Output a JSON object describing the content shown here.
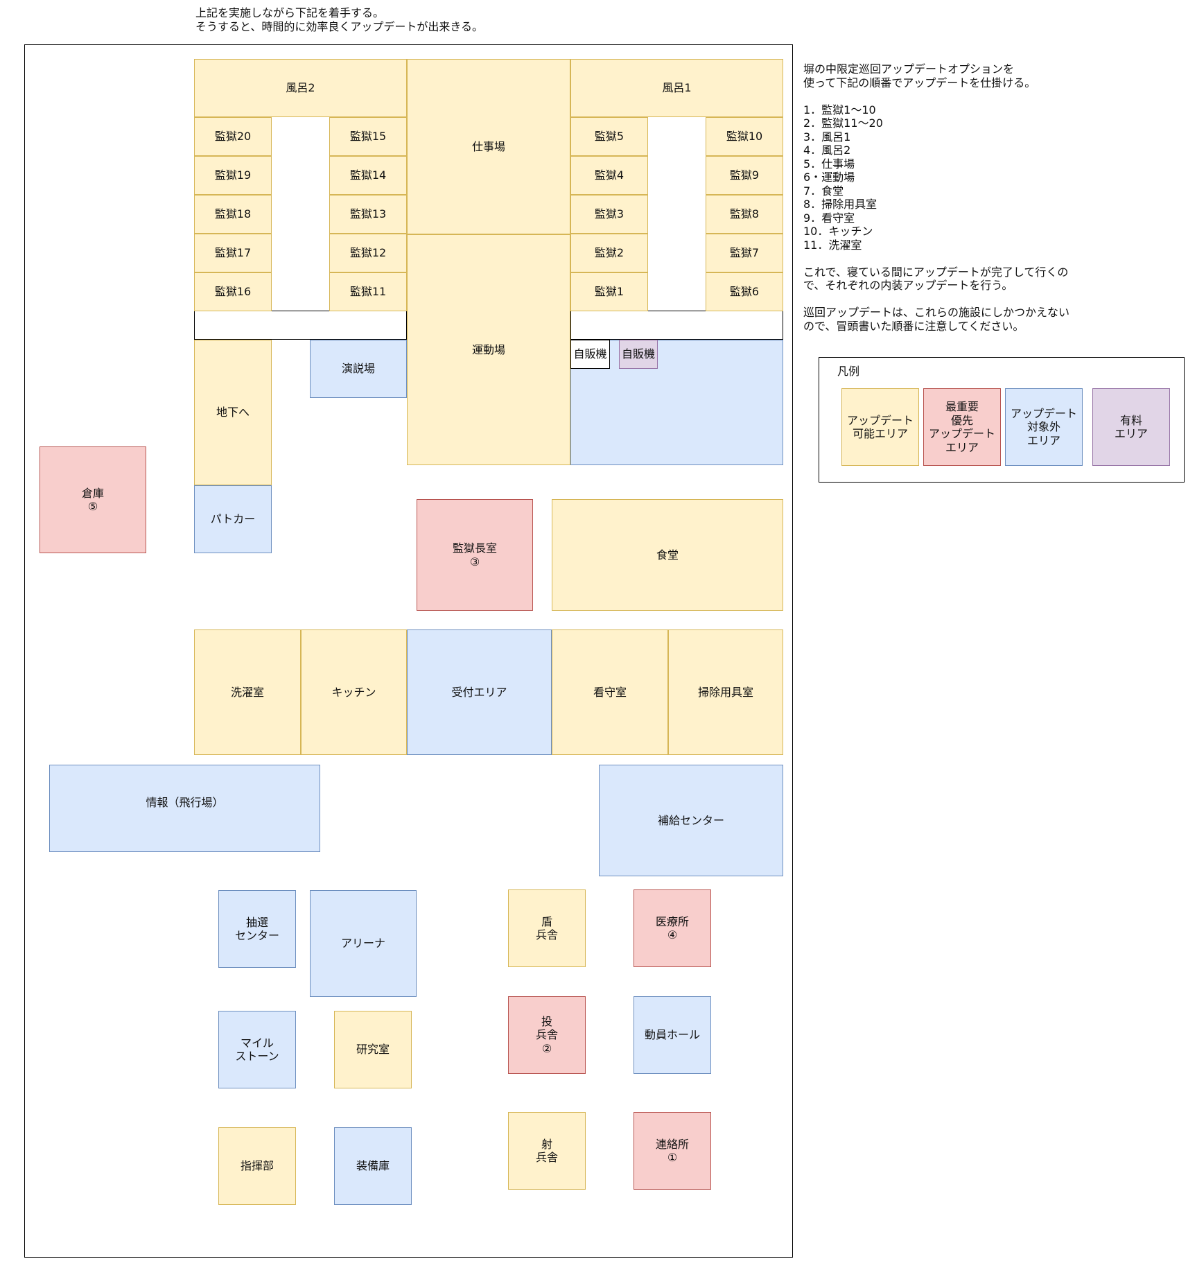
{
  "top_note": "上記を実施しながら下記を着手する。\nそうすると、時間的に効率良くアップデートが出来きる。",
  "side_note": "塀の中限定巡回アップデートオプションを\n使って下記の順番でアップデートを仕掛ける。\n\n1．監獄1～10\n2．監獄11～20\n3．風呂1\n4．風呂2\n5．仕事場\n6・運動場\n7．食堂\n8．掃除用具室\n9．看守室\n10．キッチン\n11．洗濯室\n\nこれで、寝ている間にアップデートが完了して行くの\nで、それぞれの内装アップデートを行う。\n\n巡回アップデートは、これらの施設にしかつかえない\nので、冒頭書いた順番に注意してください。",
  "rooms": {
    "bath2": "風呂2",
    "bath1": "風呂1",
    "workshop": "仕事場",
    "exercise_yard": "運動場",
    "cell20": "監獄20",
    "cell19": "監獄19",
    "cell18": "監獄18",
    "cell17": "監獄17",
    "cell16": "監獄16",
    "cell15": "監獄15",
    "cell14": "監獄14",
    "cell13": "監獄13",
    "cell12": "監獄12",
    "cell11": "監獄11",
    "cell5": "監獄5",
    "cell4": "監獄4",
    "cell3": "監獄3",
    "cell2": "監獄2",
    "cell1": "監獄1",
    "cell10": "監獄10",
    "cell9": "監獄9",
    "cell8": "監獄8",
    "cell7": "監獄7",
    "cell6": "監獄6",
    "underground": "地下へ",
    "speech_hall": "演説場",
    "vending1": "自販機",
    "vending2": "自販機",
    "warehouse": "倉庫\n⑤",
    "patrol_car": "パトカー",
    "warden_office": "監獄長室\n③",
    "cafeteria": "食堂",
    "laundry": "洗濯室",
    "kitchen": "キッチン",
    "reception": "受付エリア",
    "guard_room": "看守室",
    "cleaning_room": "掃除用具室",
    "intel": "情報（飛行場）",
    "supply_center": "補給センター",
    "lottery_center": "抽選\nセンター",
    "arena": "アリーナ",
    "shield_barracks": "盾\n兵舎",
    "medical": "医療所\n④",
    "milestone": "マイル\nストーン",
    "research": "研究室",
    "throw_barracks": "投\n兵舎\n②",
    "mobilization_hall": "動員ホール",
    "command": "指揮部",
    "armory": "装備庫",
    "shoot_barracks": "射\n兵舎",
    "liaison": "連絡所\n①"
  },
  "legend": {
    "title": "凡例",
    "updatable": "アップデート\n可能エリア",
    "top_priority": "最重要\n優先\nアップデート\nエリア",
    "excluded": "アップデート\n対象外\nエリア",
    "paid": "有料\nエリア"
  },
  "colors": {
    "updatable_fill": "#fff2cc",
    "updatable_stroke": "#d6b656",
    "priority_fill": "#f8cecc",
    "priority_stroke": "#b85450",
    "excluded_fill": "#dae8fc",
    "excluded_stroke": "#6c8ebf",
    "paid_fill": "#e1d5e7",
    "paid_stroke": "#9673a6"
  }
}
